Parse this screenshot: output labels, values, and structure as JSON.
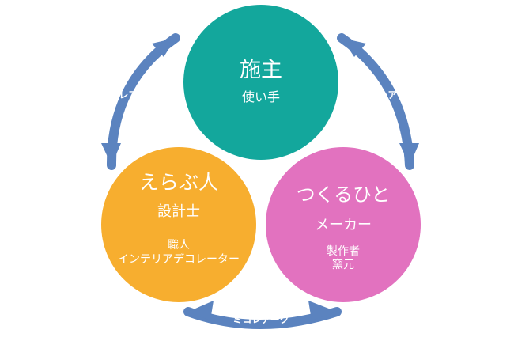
{
  "colors": {
    "client": "#13a79c",
    "chooser": "#f7ae2f",
    "maker": "#e272bf",
    "arrow": "#5b83bf",
    "text": "#ffffff"
  },
  "circles": {
    "client": {
      "title": "施主",
      "subtitle": "使い手"
    },
    "chooser": {
      "title": "えらぶ人",
      "subtitle": "設計士",
      "detail_1": "職人",
      "detail_2": "インテリアデコレーター"
    },
    "maker": {
      "title": "つくるひと",
      "subtitle": "メーカー",
      "detail_1": "製作者",
      "detail_2": "窯元"
    }
  },
  "arrows": {
    "left_label": "ミコレアーク",
    "right_label": "ミコレアーク",
    "bottom_label": "ミコレアーク"
  }
}
